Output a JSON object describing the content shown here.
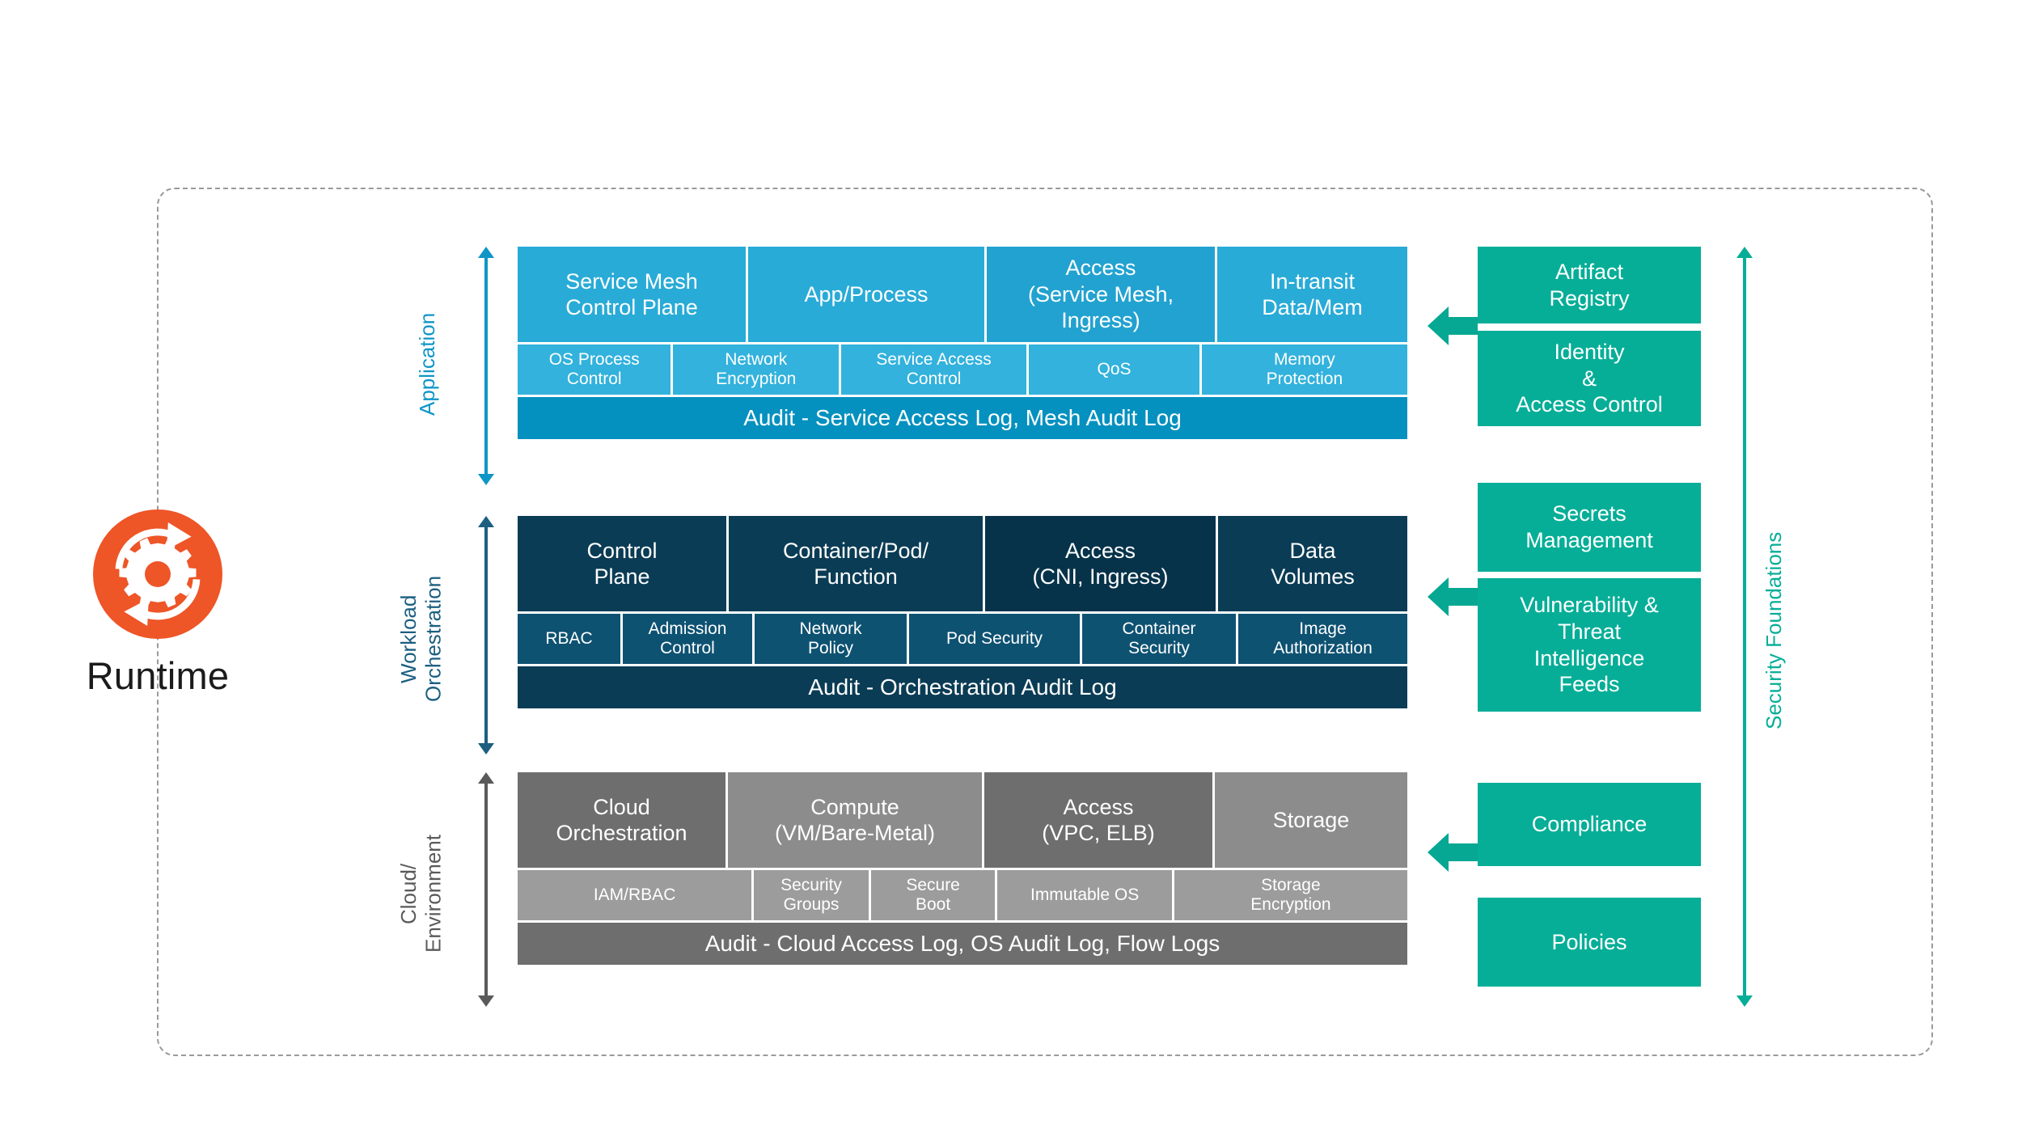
{
  "runtime": {
    "label": "Runtime",
    "icon": "gear-refresh-icon",
    "color": "#ee5527"
  },
  "axes": {
    "application": {
      "label": "Application",
      "color": "#0E96C7"
    },
    "workload": {
      "label": "Workload\nOrchestration",
      "color": "#1C5F80"
    },
    "cloud": {
      "label": "Cloud/\nEnvironment",
      "color": "#5A5A5A"
    },
    "security_foundations": {
      "label": "Security Foundations",
      "color": "#06AE97"
    }
  },
  "layers": [
    {
      "id": "application",
      "main": [
        {
          "label": "Service Mesh\nControl Plane",
          "shade": "light"
        },
        {
          "label": "App/Process",
          "shade": "light"
        },
        {
          "label": "Access\n(Service Mesh,\nIngress)",
          "shade": "dark"
        },
        {
          "label": "In-transit\nData/Mem",
          "shade": "light"
        }
      ],
      "sub": [
        {
          "label": "OS Process\nControl"
        },
        {
          "label": "Network\nEncryption"
        },
        {
          "label": "Service Access\nControl"
        },
        {
          "label": "QoS"
        },
        {
          "label": "Memory\nProtection"
        }
      ],
      "audit": "Audit - Service Access Log, Mesh Audit Log"
    },
    {
      "id": "workload",
      "main": [
        {
          "label": "Control\nPlane",
          "shade": "light"
        },
        {
          "label": "Container/Pod/\nFunction",
          "shade": "light"
        },
        {
          "label": "Access\n(CNI, Ingress)",
          "shade": "dark"
        },
        {
          "label": "Data\nVolumes",
          "shade": "light"
        }
      ],
      "sub": [
        {
          "label": "RBAC"
        },
        {
          "label": "Admission\nControl"
        },
        {
          "label": "Network\nPolicy"
        },
        {
          "label": "Pod Security"
        },
        {
          "label": "Container\nSecurity"
        },
        {
          "label": "Image\nAuthorization"
        }
      ],
      "audit": "Audit - Orchestration Audit Log"
    },
    {
      "id": "cloud",
      "main": [
        {
          "label": "Cloud\nOrchestration",
          "shade": "dark"
        },
        {
          "label": "Compute\n(VM/Bare-Metal)",
          "shade": "light"
        },
        {
          "label": "Access\n(VPC, ELB)",
          "shade": "dark"
        },
        {
          "label": "Storage",
          "shade": "light"
        }
      ],
      "sub": [
        {
          "label": "IAM/RBAC"
        },
        {
          "label": "Security\nGroups"
        },
        {
          "label": "Secure\nBoot"
        },
        {
          "label": "Immutable OS"
        },
        {
          "label": "Storage\nEncryption"
        }
      ],
      "audit": "Audit - Cloud Access Log, OS Audit Log, Flow Logs"
    }
  ],
  "foundations": [
    {
      "label": "Artifact\nRegistry"
    },
    {
      "label": "Identity\n&\nAccess Control"
    },
    {
      "label": "Secrets\nManagement"
    },
    {
      "label": "Vulnerability &\nThreat\nIntelligence\nFeeds"
    },
    {
      "label": "Compliance"
    },
    {
      "label": "Policies"
    }
  ],
  "colors": {
    "application_primary": "#29ABD7",
    "application_audit": "#0591BF",
    "workload_primary": "#0B3C55",
    "workload_sub": "#0E5272",
    "cloud_primary": "#8C8C8C",
    "cloud_dark": "#6E6E6E",
    "foundation_green": "#06AE97",
    "runtime_orange": "#ee5527",
    "frame_dashed": "#9a9a9a"
  }
}
